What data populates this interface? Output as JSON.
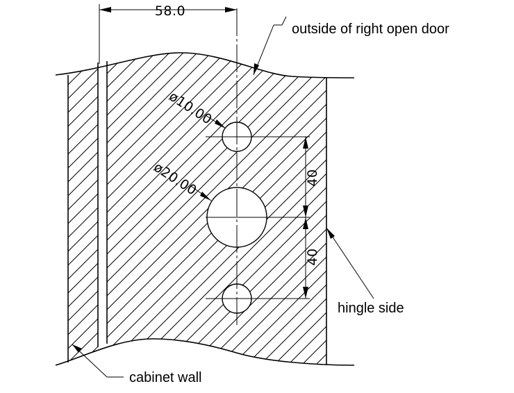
{
  "labels": {
    "door_outside": "outside of right open door",
    "hinge_side": "hingle side",
    "cabinet_wall": "cabinet wall"
  },
  "dimensions": {
    "width": "58.0",
    "small_hole_dia": "ø10.00",
    "large_hole_dia": "ø20.00",
    "spacing_upper": "40",
    "spacing_lower": "40"
  },
  "colors": {
    "line": "#000000",
    "background": "#ffffff"
  }
}
